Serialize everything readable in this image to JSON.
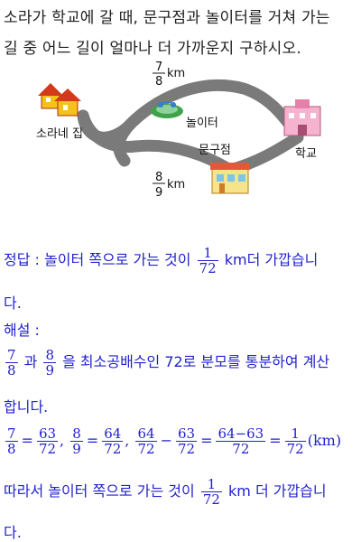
{
  "question": {
    "line1": "소라가 학교에 갈 때, 문구점과 놀이터를 거쳐 가는",
    "line2": "길 중 어느 길이 얼마나 더 가까운지 구하시오."
  },
  "diagram": {
    "home_label": "소라네 집",
    "playground_label": "놀이터",
    "stationery_label": "문구점",
    "school_label": "학교",
    "top_route": {
      "num": "7",
      "den": "8",
      "unit": "km"
    },
    "bottom_route": {
      "num": "8",
      "den": "9",
      "unit": "km"
    }
  },
  "answer": {
    "prefix": "정답 : 놀이터 쪽으로 가는 것이",
    "frac_num": "1",
    "frac_den": "72",
    "suffix": "km더 가깝습니",
    "cont": "다."
  },
  "explanation": {
    "title": "해설 :",
    "l1_f1n": "7",
    "l1_f1d": "8",
    "l1_mid": "과",
    "l1_f2n": "8",
    "l1_f2d": "9",
    "l1_rest": "을 최소공배수인 72로 분모를 통분하여 계산",
    "l2": "합니다.",
    "eq": {
      "a_n": "7",
      "a_d": "8",
      "b_n": "63",
      "b_d": "72",
      "c_n": "8",
      "c_d": "9",
      "d_n": "64",
      "d_d": "72",
      "e_n": "64",
      "e_d": "72",
      "f_n": "63",
      "f_d": "72",
      "g_n": "64−63",
      "g_d": "72",
      "h_n": "1",
      "h_d": "72",
      "unit": "(km)",
      "eqsign": "=",
      "minus": "−",
      "comma": ","
    },
    "conclusion_prefix": "따라서 놀이터 쪽으로 가는 것이",
    "conclusion_num": "1",
    "conclusion_den": "72",
    "conclusion_suffix": "km 더 가깝습니",
    "conclusion_cont": "다."
  }
}
